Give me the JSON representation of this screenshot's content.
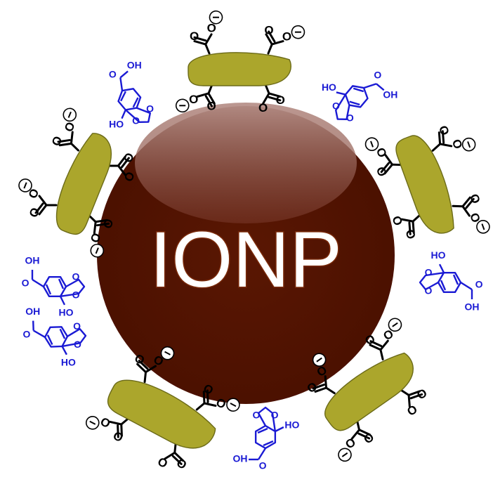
{
  "core": {
    "label": "IONP",
    "color": "#4f1200",
    "highlight": "#a0736a",
    "label_fill": "#ffffff",
    "label_outline": "#7a2a0a"
  },
  "colors": {
    "protein": "#aba62c",
    "protein_outline": "#6b6a18",
    "carboxylate": "#000000",
    "gallic": "#1a1ad4"
  },
  "carboxylate": {
    "o_label": "O",
    "charge_symbol": "−"
  },
  "gallic_acid": {
    "acid_label": "OH",
    "ho_label": "HO",
    "oh_label": "OH",
    "o_label": "O"
  }
}
